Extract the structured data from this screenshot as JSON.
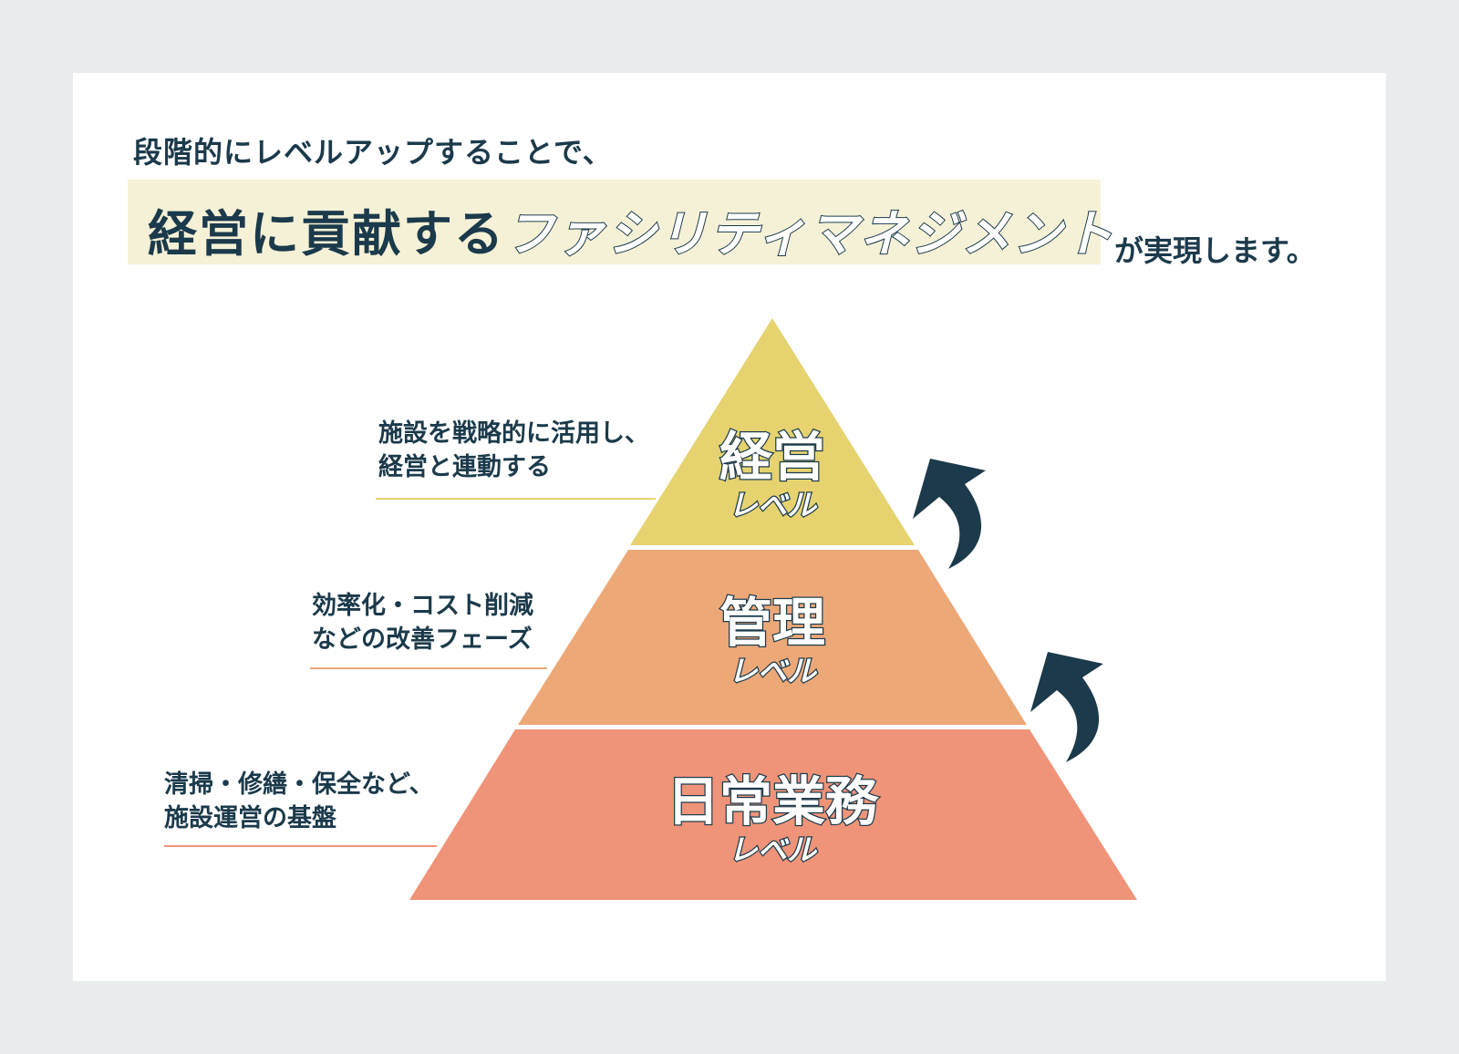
{
  "heading": {
    "line1": "段階的にレベルアップすることで、",
    "highlight_plain": "経営に貢献する",
    "highlight_outlined": "ファシリティマネジメント",
    "tail": "が実現します。"
  },
  "pyramid": {
    "tiers": [
      {
        "title": "経営",
        "subtitle": "レベル",
        "description": [
          "施設を戦略的に活用し、",
          "経営と連動する"
        ],
        "color": "#e6d36f"
      },
      {
        "title": "管理",
        "subtitle": "レベル",
        "description": [
          "効率化・コスト削減",
          "などの改善フェーズ"
        ],
        "color": "#eda878"
      },
      {
        "title": "日常業務",
        "subtitle": "レベル",
        "description": [
          "清掃・修繕・保全など、",
          "施設運営の基盤"
        ],
        "color": "#ef9479"
      }
    ],
    "arrow_color": "#1b3a4b"
  }
}
